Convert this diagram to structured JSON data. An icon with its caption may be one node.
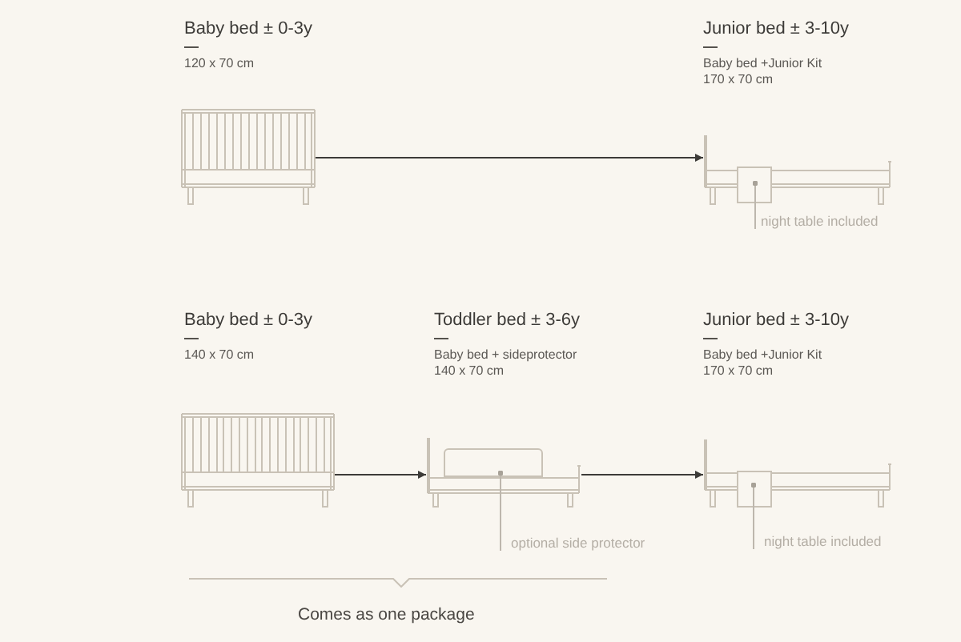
{
  "diagram": {
    "nodes": [
      {
        "text": [
          "Baby bed ± 0-3y",
          "120 x 70 cm"
        ]
      },
      {
        "text": [
          "Junior bed ± 3-10y",
          "Baby bed +Junior Kit",
          "170 x 70 cm"
        ]
      },
      {
        "text": [],
        "shape": "box",
        "in": 1
      },
      {
        "text": [
          "night table included"
        ]
      },
      {
        "text": [
          "Baby bed ± 0-3y",
          "140 x 70 cm"
        ]
      },
      {
        "text": [
          "Toddler bed ± 3-6y",
          "Baby bed + sideprotector",
          "140 x 70 cm"
        ]
      },
      {
        "text": [],
        "shape": "box",
        "in": 5
      },
      {
        "text": [
          "Junior bed ± 3-10y",
          "Baby bed +Junior Kit",
          "170 x 70 cm"
        ]
      },
      {
        "text": [],
        "shape": "box",
        "in": 7
      },
      {
        "text": [
          "optional side protector"
        ]
      },
      {
        "text": [
          "night table included"
        ]
      }
    ],
    "edges": [
      {
        "from": 0,
        "to": 1,
        "arrow": "to"
      },
      {
        "from": 3,
        "to": 2,
        "arrow": "other",
        "color": "#bdb7ad"
      },
      {
        "from": 4,
        "to": 5,
        "arrow": "to"
      },
      {
        "from": 5,
        "to": 7,
        "arrow": "to"
      },
      {
        "from": 9,
        "to": 6,
        "arrow": "other",
        "color": "#bdb7ad"
      },
      {
        "from": 10,
        "to": 8,
        "arrow": "other",
        "color": "#bdb7ad"
      }
    ],
    "labels": [
      "Comes as one package"
    ]
  }
}
